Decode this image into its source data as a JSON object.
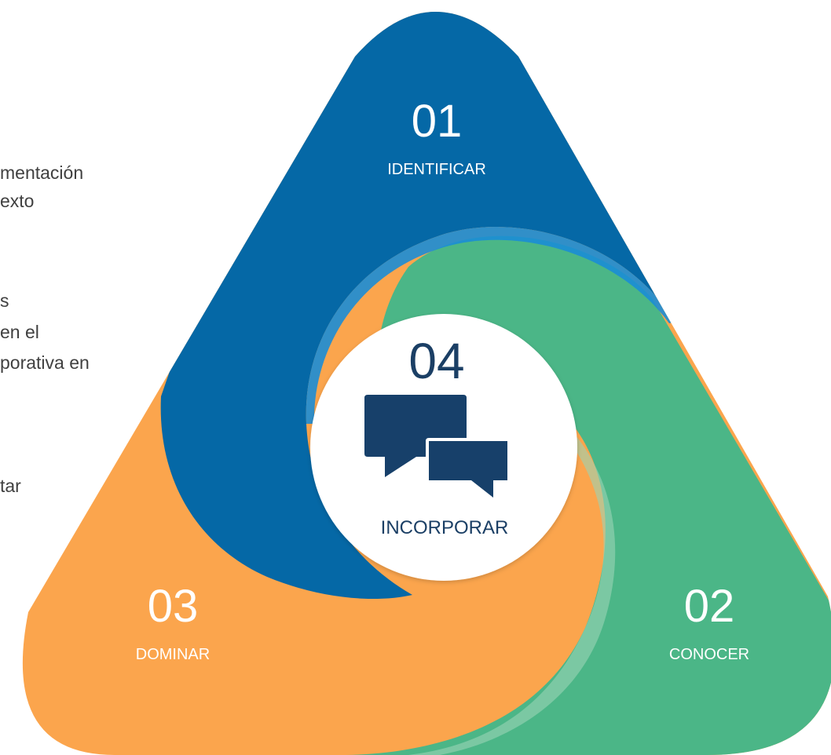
{
  "side_text": {
    "line1": "mentación",
    "line2": "exto",
    "line3": "s",
    "line4": "en el",
    "line5": "porativa en",
    "line6": "tar"
  },
  "stages": {
    "s01": {
      "number": "01",
      "label": "IDENTIFICAR",
      "color": "#0568a6"
    },
    "s02": {
      "number": "02",
      "label": "CONOCER",
      "color": "#4bb687"
    },
    "s03": {
      "number": "03",
      "label": "DOMINAR",
      "color": "#fba54d"
    },
    "s04": {
      "number": "04",
      "label": "INCORPORAR",
      "color": "#1b3f65"
    }
  },
  "icons": {
    "center": "chat-bubbles-icon"
  },
  "colors": {
    "number_light": "#ffffff",
    "center_text": "#1b3f65",
    "icon": "#17406a",
    "center_circle": "#ffffff"
  }
}
